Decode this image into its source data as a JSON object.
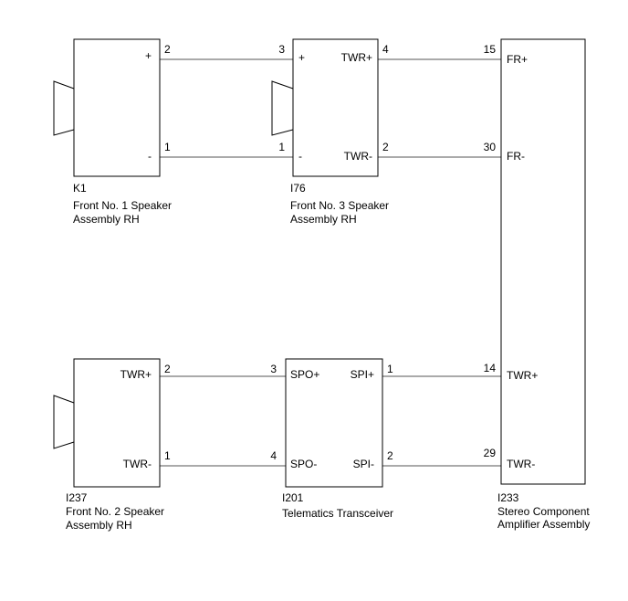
{
  "components": {
    "k1": {
      "code": "K1",
      "name_line1": "Front No. 1 Speaker",
      "name_line2": "Assembly RH",
      "terminal_plus": "+",
      "terminal_minus": "-"
    },
    "i76": {
      "code": "I76",
      "name_line1": "Front No. 3 Speaker",
      "name_line2": "Assembly RH",
      "terminal_plus": "+",
      "terminal_minus": "-",
      "terminal_twr_plus": "TWR+",
      "terminal_twr_minus": "TWR-"
    },
    "i237": {
      "code": "I237",
      "name_line1": "Front No. 2 Speaker",
      "name_line2": "Assembly RH",
      "terminal_twr_plus": "TWR+",
      "terminal_twr_minus": "TWR-"
    },
    "i201": {
      "code": "I201",
      "name_line1": "Telematics Transceiver",
      "terminal_spo_plus": "SPO+",
      "terminal_spo_minus": "SPO-",
      "terminal_spi_plus": "SPI+",
      "terminal_spi_minus": "SPI-"
    },
    "i233": {
      "code": "I233",
      "name_line1": "Stereo Component",
      "name_line2": "Amplifier Assembly",
      "terminal_fr_plus": "FR+",
      "terminal_fr_minus": "FR-",
      "terminal_twr_plus": "TWR+",
      "terminal_twr_minus": "TWR-"
    }
  },
  "pins": {
    "k1_plus": "2",
    "k1_minus": "1",
    "i76_plus": "3",
    "i76_minus": "1",
    "i76_twr_plus": "4",
    "i76_twr_minus": "2",
    "i233_fr_plus": "15",
    "i233_fr_minus": "30",
    "i237_twr_plus": "2",
    "i237_twr_minus": "1",
    "i201_spo_plus": "3",
    "i201_spo_minus": "4",
    "i201_spi_plus": "1",
    "i201_spi_minus": "2",
    "i233_twr_plus": "14",
    "i233_twr_minus": "29"
  }
}
